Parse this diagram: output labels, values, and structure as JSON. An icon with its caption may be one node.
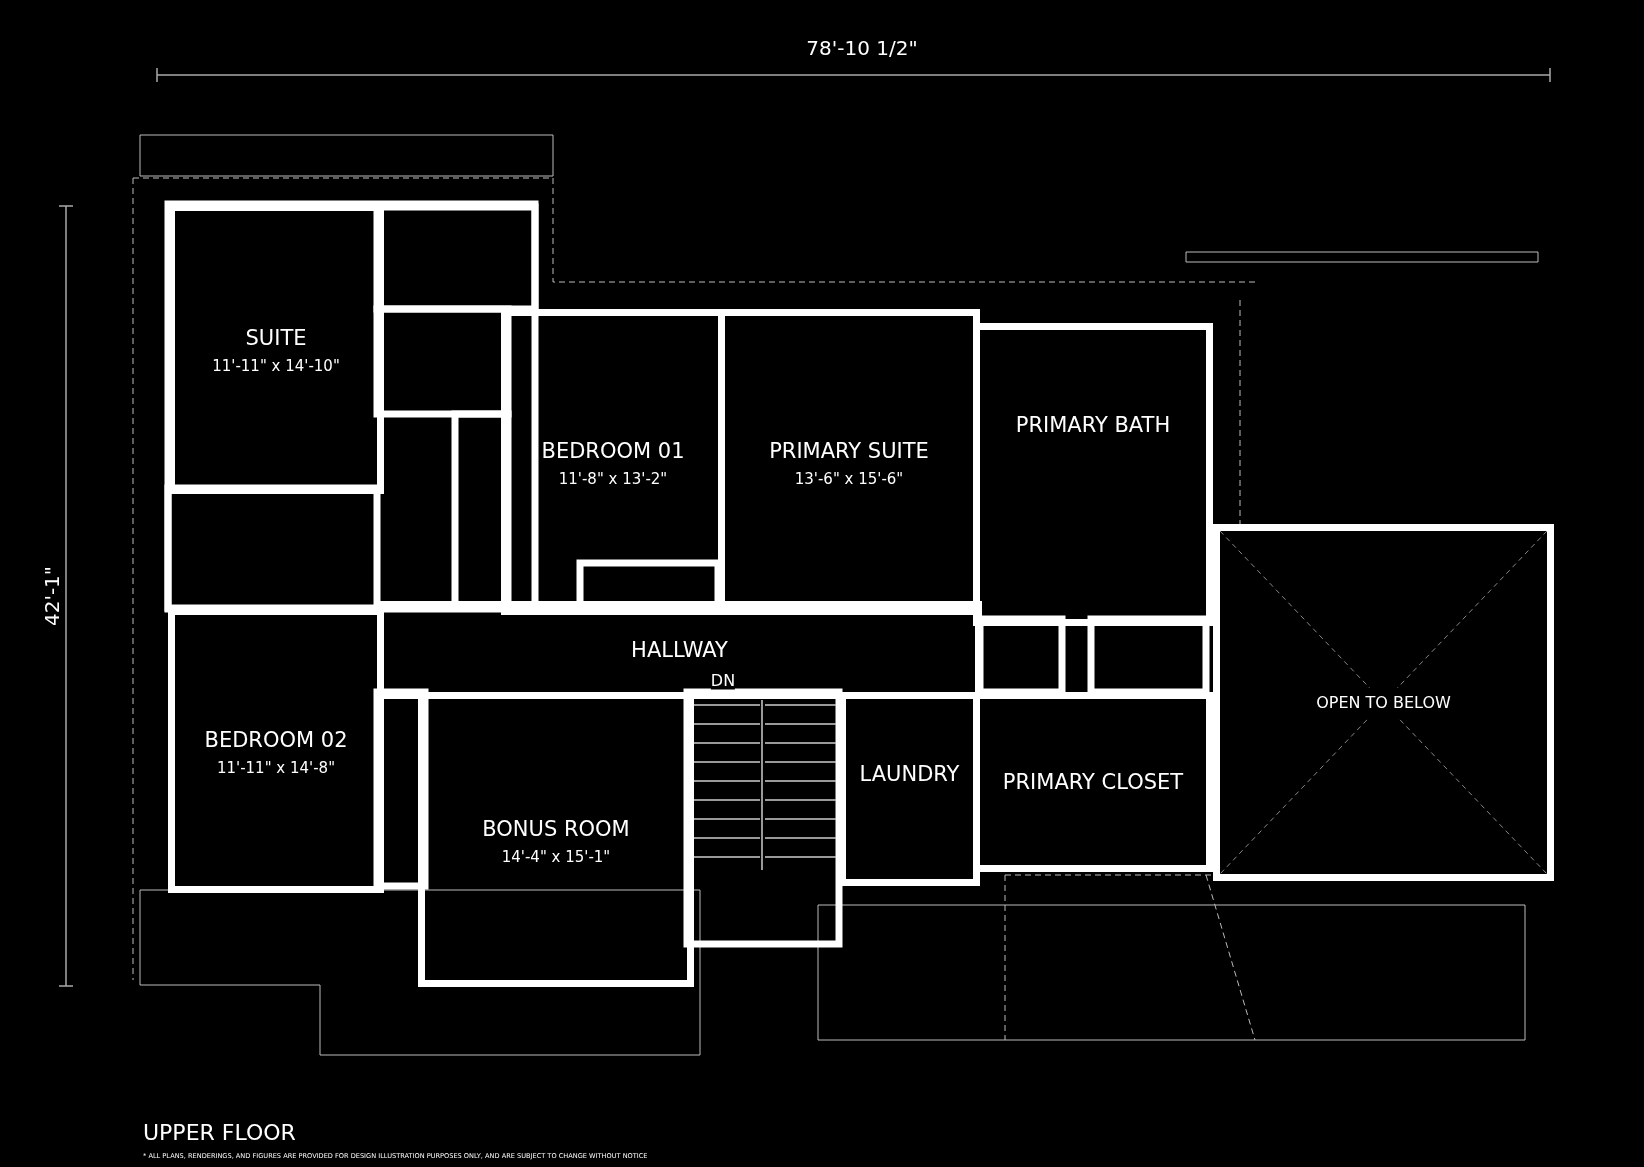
{
  "diagram": {
    "title": "UPPER FLOOR",
    "nodes": [
      {
        "text": [
          "SUITE",
          "11'-11\" x 14'-10\""
        ]
      },
      {
        "text": [
          "BEDROOM 01",
          "11'-8\" x 13'-2\""
        ]
      },
      {
        "text": [
          "PRIMARY SUITE",
          "13'-6\" x 15'-6\""
        ]
      },
      {
        "text": [
          "PRIMARY BATH"
        ]
      },
      {
        "text": [
          "HALLWAY"
        ]
      },
      {
        "text": [
          "BEDROOM 02",
          "11'-11\" x 14'-8\""
        ]
      },
      {
        "text": [
          "BONUS ROOM",
          "14'-4\" x 15'-1\""
        ]
      },
      {
        "text": [
          "LAUNDRY"
        ]
      },
      {
        "text": [
          "PRIMARY CLOSET"
        ]
      },
      {
        "text": [
          "OPEN TO BELOW"
        ]
      }
    ],
    "edges": [],
    "labels": [
      "78'-10 1/2\"",
      "42'-1\"",
      "DN",
      "* ALL PLANS, RENDERINGS, AND FIGURES ARE PROVIDED FOR DESIGN ILLUSTRATION PURPOSES ONLY, AND ARE SUBJECT TO CHANGE WITHOUT NOTICE"
    ]
  }
}
